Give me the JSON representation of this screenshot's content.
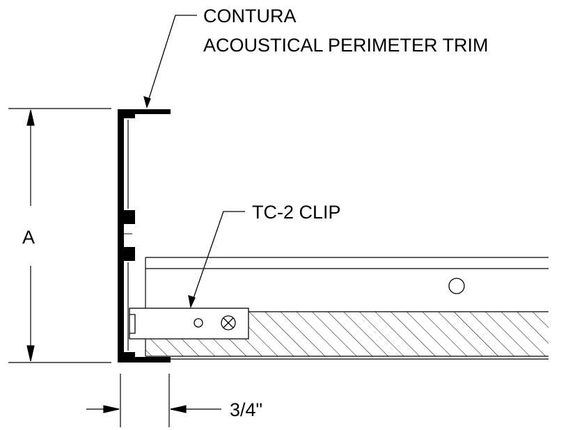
{
  "labels": {
    "trim_line1": "CONTURA",
    "trim_line2": "ACOUSTICAL PERIMETER TRIM",
    "clip": "TC-2 CLIP",
    "height_dim": "A",
    "width_dim": "3/4\""
  },
  "colors": {
    "ink": "#000000",
    "background": "#ffffff"
  }
}
